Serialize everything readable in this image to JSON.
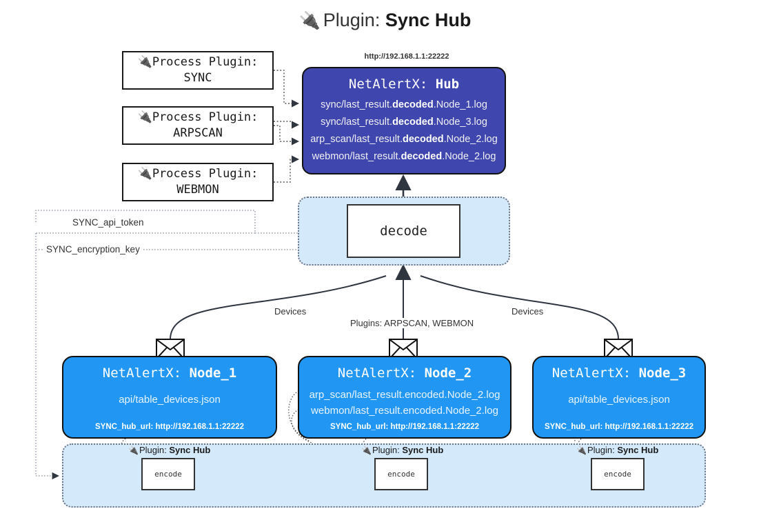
{
  "title": {
    "prefix": "Plugin:",
    "name": "Sync Hub",
    "icon": "plug-icon",
    "glyph": "🔌"
  },
  "process_plugins": [
    {
      "heading": "Process Plugin:",
      "name": "SYNC"
    },
    {
      "heading": "Process Plugin:",
      "name": "ARPSCAN"
    },
    {
      "heading": "Process Plugin:",
      "name": "WEBMON"
    }
  ],
  "hub": {
    "url": "http://192.168.1.1:22222",
    "title_prefix": "NetAlertX:",
    "title_name": "Hub",
    "logs": [
      {
        "pre": "sync/last_result.",
        "em": "decoded",
        "post": ".Node_1.log"
      },
      {
        "pre": "sync/last_result.",
        "em": "decoded",
        "post": ".Node_3.log"
      },
      {
        "pre": "arp_scan/last_result.",
        "em": "decoded",
        "post": ".Node_2.log"
      },
      {
        "pre": "webmon/last_result.",
        "em": "decoded",
        "post": ".Node_2.log"
      }
    ]
  },
  "decode": {
    "label": "decode"
  },
  "secrets": [
    {
      "label": "SYNC_api_token"
    },
    {
      "label": "SYNC_encryption_key"
    }
  ],
  "edge_labels": {
    "left": "Devices",
    "center": "Plugins: ARPSCAN, WEBMON",
    "right": "Devices"
  },
  "nodes": [
    {
      "title_prefix": "NetAlertX:",
      "title_name": "Node_1",
      "lines": [
        "api/table_devices.json"
      ],
      "footer": "SYNC_hub_url: http://192.168.1.1:22222",
      "envelope": "envelope-icon"
    },
    {
      "title_prefix": "NetAlertX:",
      "title_name": "Node_2",
      "lines": [
        "arp_scan/last_result.encoded.Node_2.log",
        "webmon/last_result.encoded.Node_2.log"
      ],
      "footer": "SYNC_hub_url: http://192.168.1.1:22222",
      "envelope": "envelope-icon"
    },
    {
      "title_prefix": "NetAlertX:",
      "title_name": "Node_3",
      "lines": [
        "api/table_devices.json"
      ],
      "footer": "SYNC_hub_url: http://192.168.1.1:22222",
      "envelope": "envelope-icon"
    }
  ],
  "encoders": [
    {
      "plugin_prefix": "Plugin:",
      "plugin_name": "Sync Hub",
      "label": "encode",
      "glyph": "🔌"
    },
    {
      "plugin_prefix": "Plugin:",
      "plugin_name": "Sync Hub",
      "label": "encode",
      "glyph": "🔌"
    },
    {
      "plugin_prefix": "Plugin:",
      "plugin_name": "Sync Hub",
      "label": "encode",
      "glyph": "🔌"
    }
  ],
  "colors": {
    "hub_fill": "#3f46ae",
    "node_fill": "#2196f3",
    "container_fill": "#d4e9fa",
    "stroke": "#111111",
    "dotted": "#6b7280"
  }
}
